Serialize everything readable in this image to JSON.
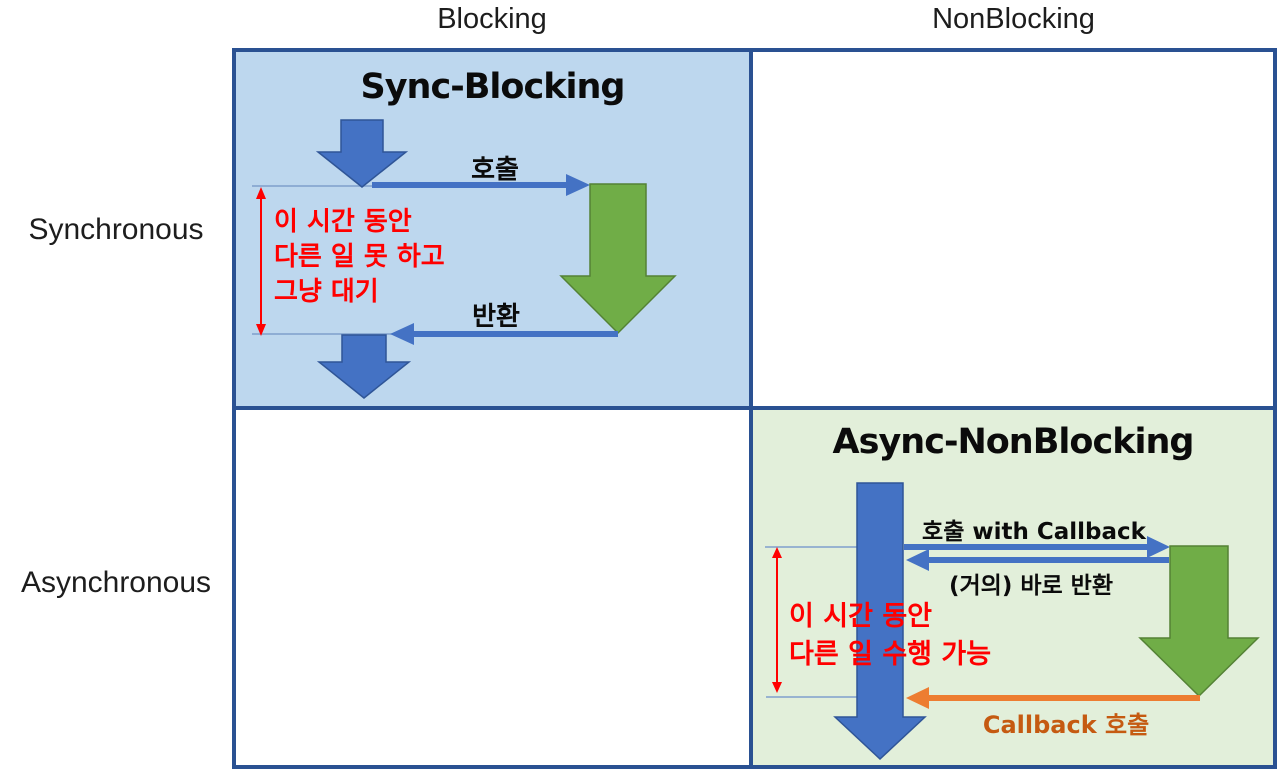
{
  "matrix": {
    "column_headers": [
      {
        "label": "Blocking"
      },
      {
        "label": "NonBlocking"
      }
    ],
    "row_headers": [
      {
        "label": "Synchronous"
      },
      {
        "label": "Asynchronous"
      }
    ]
  },
  "cells": {
    "sync_blocking": {
      "title": "Sync-Blocking",
      "call_label": "호출",
      "return_label": "반환",
      "wait_note_lines": [
        "이 시간 동안",
        "다른 일 못 하고",
        "그냥 대기"
      ],
      "arrows": {
        "caller_before": "blue-down-arrow",
        "call": "blue-right-arrow",
        "callee": "green-down-arrow",
        "return": "blue-left-arrow",
        "caller_after": "blue-down-arrow",
        "wait_span": "red-vertical-double-arrow"
      }
    },
    "async_nonblocking": {
      "title": "Async-NonBlocking",
      "call_label": "호출 with Callback",
      "return_label": "(거의) 바로 반환",
      "callback_label": "Callback 호출",
      "work_note_lines": [
        "이 시간 동안",
        "다른 일 수행 가능"
      ],
      "arrows": {
        "caller_flow": "blue-long-down-arrow",
        "call": "blue-right-arrow",
        "immediate_return": "blue-left-arrow",
        "callee": "green-down-arrow",
        "callback": "orange-left-arrow",
        "work_span": "red-vertical-double-arrow"
      }
    }
  },
  "colors": {
    "arrow-blue": "#4472C4",
    "arrow-blue-edge": "#2F5597",
    "arrow-green": "#70AD47",
    "arrow-green-edge": "#548235",
    "arrow-orange": "#ED7D31",
    "orange-text": "#C55A11",
    "note-red": "#FF0000",
    "thin-line": "#7F9FCC",
    "cell-blue": "#BDD7EE",
    "cell-green": "#E2EFDA",
    "grid-border": "#2A5192"
  }
}
